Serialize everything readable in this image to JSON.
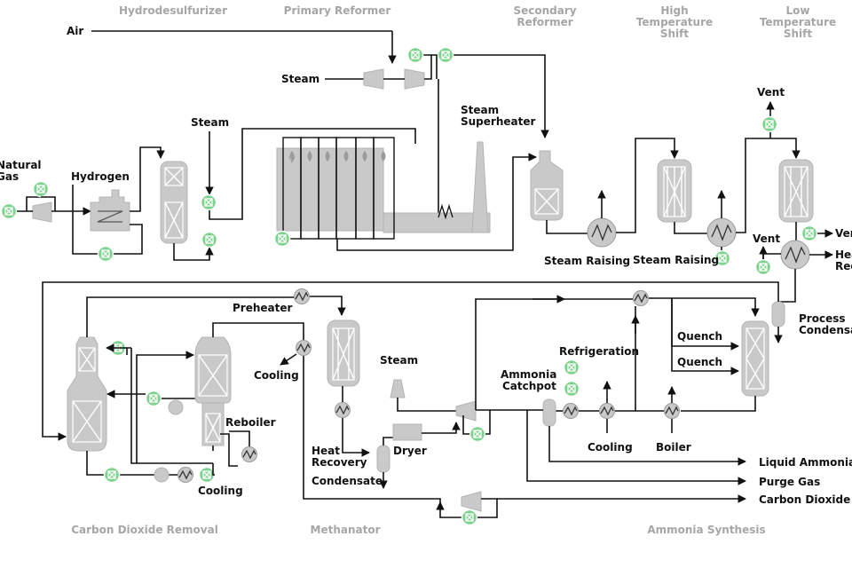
{
  "sections": {
    "hydrodesulfurizer": "Hydrodesulfurizer",
    "primary_reformer": "Primary Reformer",
    "secondary_reformer": [
      "Secondary",
      "Reformer"
    ],
    "high_temp_shift": [
      "High",
      "Temperature",
      "Shift"
    ],
    "low_temp_shift": [
      "Low",
      "Temperature",
      "Shift"
    ],
    "co2_removal": "Carbon Dioxide Removal",
    "methanator": "Methanator",
    "ammonia_synthesis": "Ammonia Synthesis"
  },
  "labels": {
    "air": "Air",
    "steam_top": "Steam",
    "steam_hds": "Steam",
    "natural_gas": [
      "Natural",
      "Gas"
    ],
    "hydrogen": "Hydrogen",
    "steam_superheater": [
      "Steam",
      "Superheater"
    ],
    "steam_raising_1": "Steam Raising",
    "steam_raising_2": "Steam Raising",
    "vent_top": "Vent",
    "vent_mid": "Vent",
    "vent_right": "Vent",
    "heat_recovery_right": [
      "Heat",
      "Recovery"
    ],
    "process_condensate": [
      "Process",
      "Condensate"
    ],
    "preheater": "Preheater",
    "cooling_meth": "Cooling",
    "reboiler": "Reboiler",
    "cooling_co2": "Cooling",
    "steam_meth": "Steam",
    "dryer": "Dryer",
    "heat_recovery_meth": [
      "Heat",
      "Recovery"
    ],
    "condensate": "Condensate",
    "ammonia_catchpot": [
      "Ammonia",
      "Catchpot"
    ],
    "refrigeration": "Refrigeration",
    "quench_1": "Quench",
    "quench_2": "Quench",
    "cooling_nh3": "Cooling",
    "boiler": "Boiler",
    "liquid_ammonia": "Liquid Ammonia",
    "purge_gas": "Purge Gas",
    "carbon_dioxide": "Carbon Dioxide"
  },
  "colors": {
    "valve": "#7dd28e",
    "equipment": "#c9c9c9",
    "line": "#111111",
    "section": "#a6a6a6"
  },
  "icons": {
    "valve": "control-valve-icon",
    "heat_exchanger": "heat-exchanger-icon",
    "compressor": "compressor-icon",
    "pump": "pump-icon"
  }
}
